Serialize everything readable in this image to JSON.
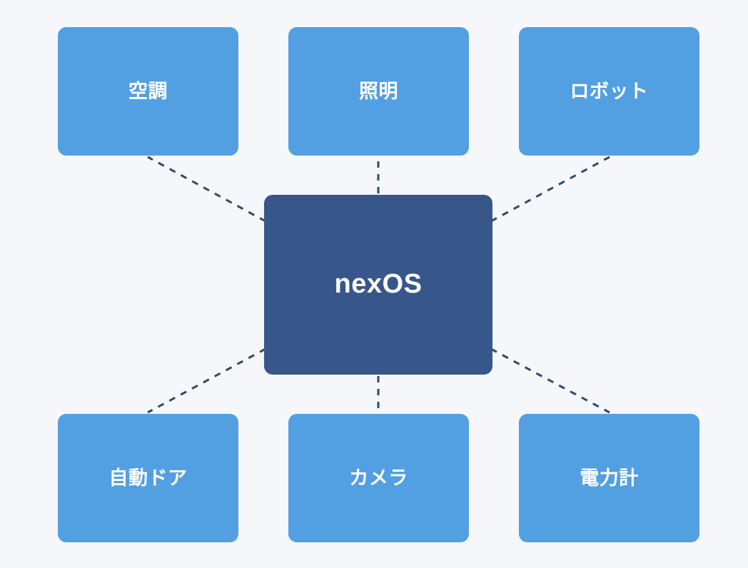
{
  "diagram": {
    "type": "hub-and-spoke",
    "background_color": "#f5f7fa",
    "hub": {
      "label": "nexOS",
      "color": "#37578a",
      "text_color": "#ffffff"
    },
    "peripheral_color": "#52a0e2",
    "connector": {
      "color": "#2c4a6e",
      "style": "dashed",
      "width": 3,
      "dash": "9 9"
    },
    "nodes": [
      {
        "id": "hvac",
        "label": "空調",
        "row": "top",
        "column": "left"
      },
      {
        "id": "lighting",
        "label": "照明",
        "row": "top",
        "column": "center"
      },
      {
        "id": "robot",
        "label": "ロボット",
        "row": "top",
        "column": "right"
      },
      {
        "id": "door",
        "label": "自動ドア",
        "row": "bottom",
        "column": "left"
      },
      {
        "id": "camera",
        "label": "カメラ",
        "row": "bottom",
        "column": "center"
      },
      {
        "id": "meter",
        "label": "電力計",
        "row": "bottom",
        "column": "right"
      }
    ],
    "edges": [
      {
        "from": "hub",
        "to": "hvac"
      },
      {
        "from": "hub",
        "to": "lighting"
      },
      {
        "from": "hub",
        "to": "robot"
      },
      {
        "from": "hub",
        "to": "door"
      },
      {
        "from": "hub",
        "to": "camera"
      },
      {
        "from": "hub",
        "to": "meter"
      }
    ]
  }
}
